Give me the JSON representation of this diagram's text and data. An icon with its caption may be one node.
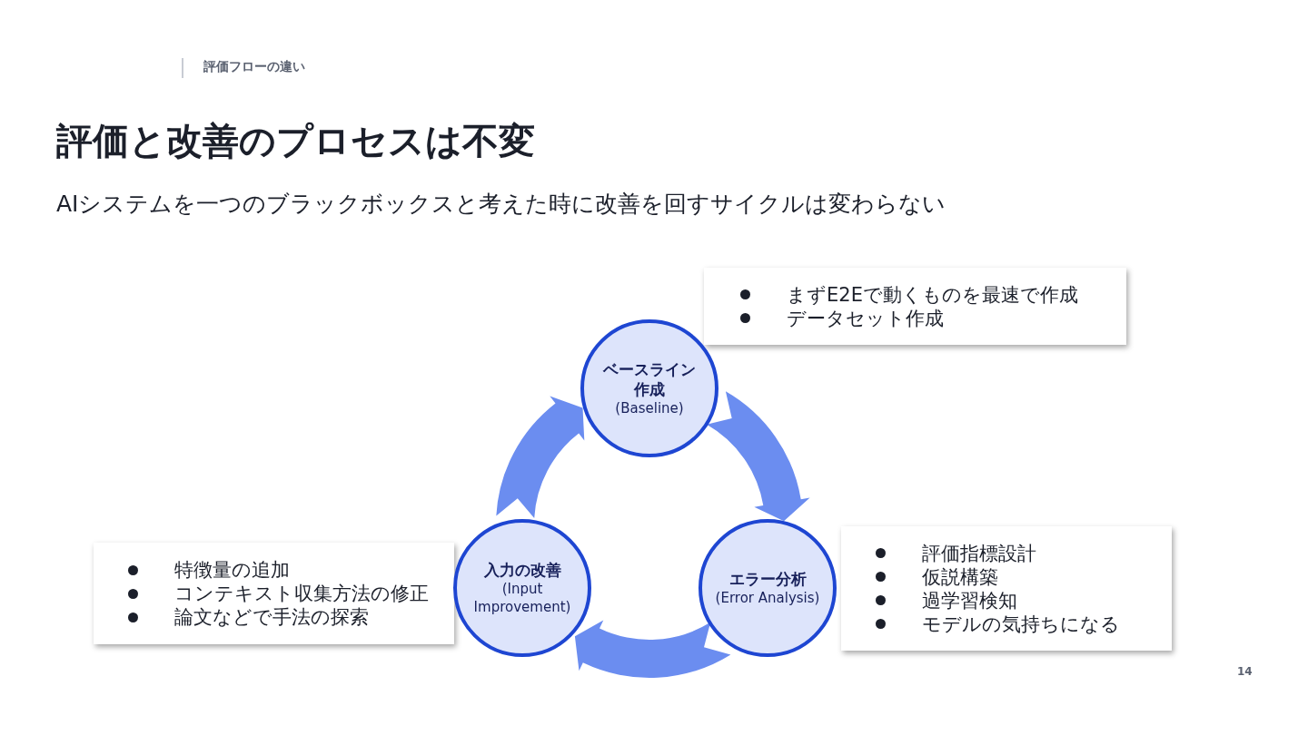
{
  "diagram": {
    "title": "評価と改善のプロセスは不変",
    "nodes": [
      {
        "text": [
          "まずE2Eで動くものを最速で作成",
          "データセット作成"
        ]
      },
      {
        "text": [
          "ベースライン作成",
          "(Baseline)"
        ]
      },
      {
        "text": [
          "評価指標設計",
          "仮説構築",
          "過学習検知",
          "モデルの気持ちになる"
        ]
      },
      {
        "text": [
          "特徴量の追加",
          "コンテキスト収集方法の修正",
          "論文などで手法の探索"
        ]
      },
      {
        "text": [
          "入力の改善",
          "(Input Improvement)"
        ]
      },
      {
        "text": [
          "エラー分析",
          "(Error Analysis)"
        ]
      }
    ],
    "edges": [
      {
        "from": 1,
        "to": 5,
        "arrow": "to"
      },
      {
        "from": 5,
        "to": 4,
        "arrow": "to"
      },
      {
        "from": 4,
        "to": 1,
        "arrow": "to"
      }
    ],
    "labels": [
      "評価フローの違い",
      "AIシステムを一つのブラックボックスと考えた時に改善を回すサイクルは変わらない",
      "14"
    ]
  }
}
